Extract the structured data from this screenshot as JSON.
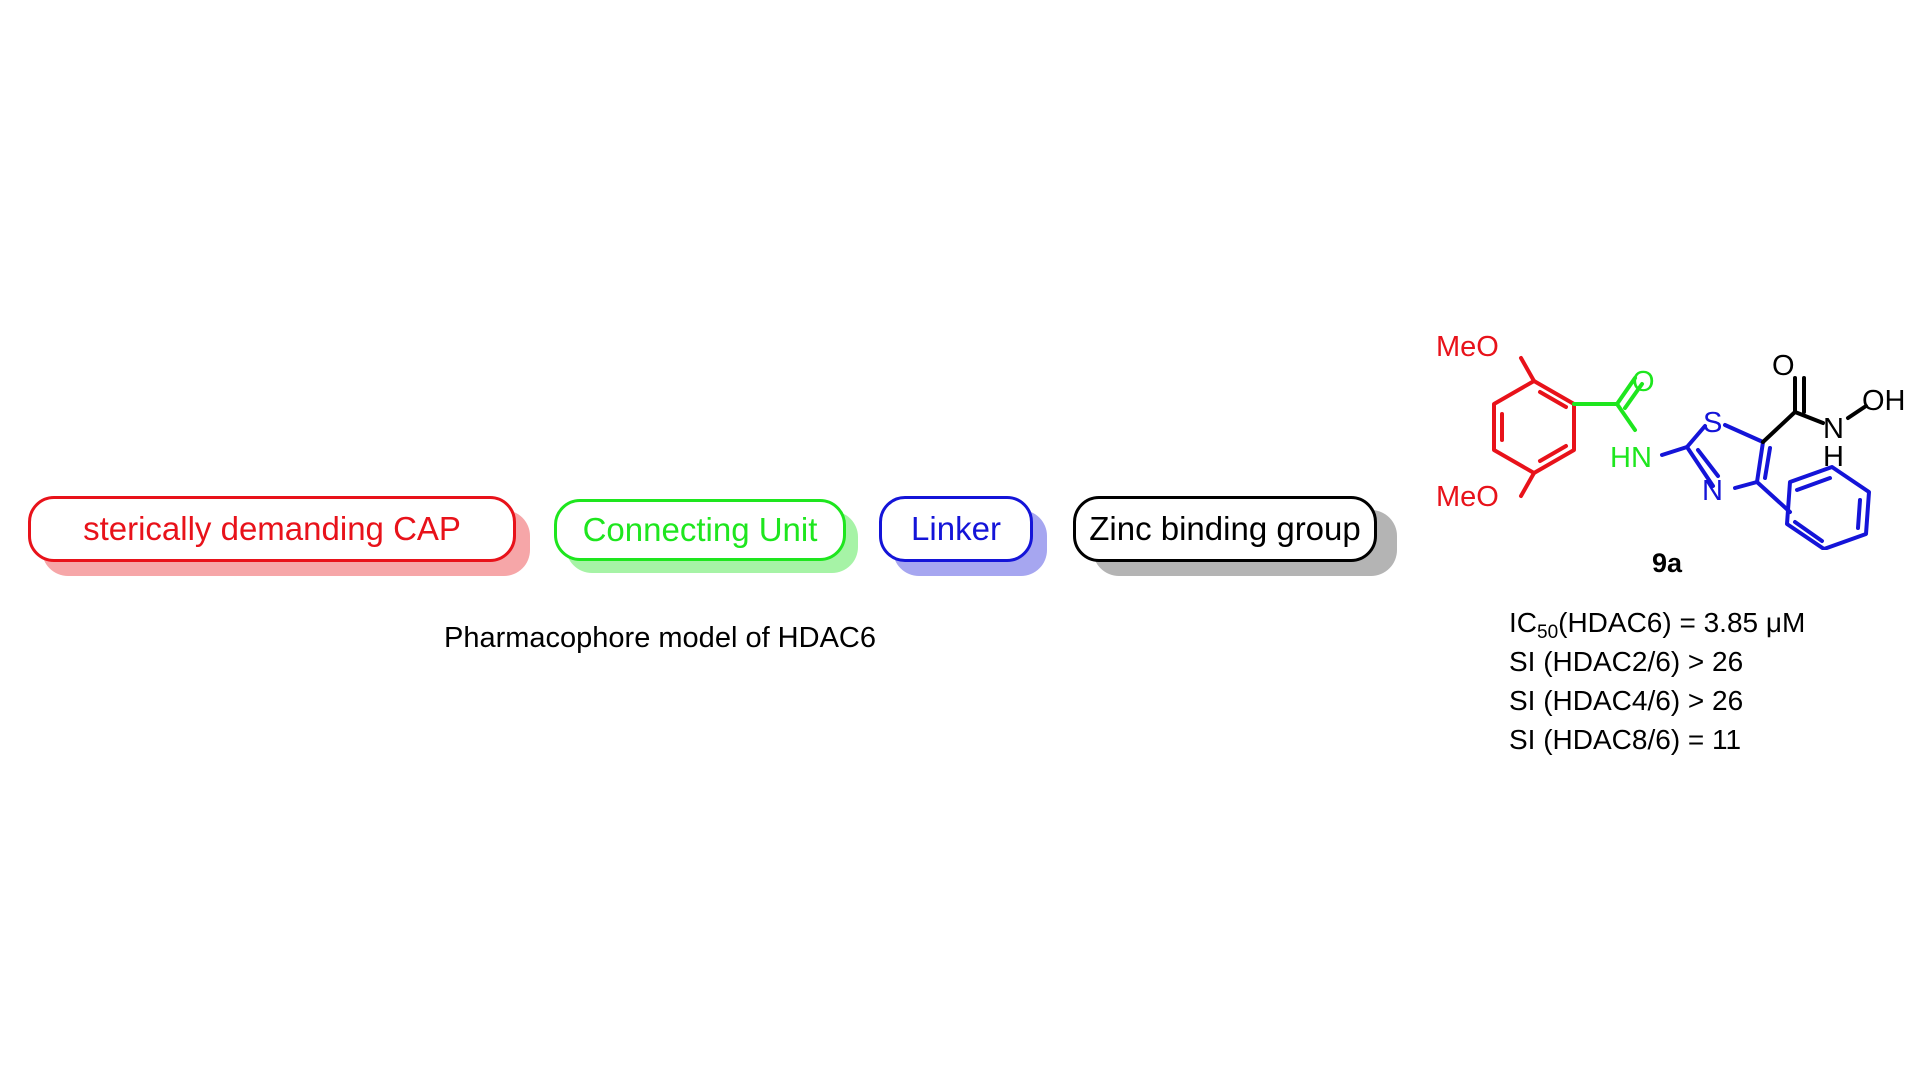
{
  "diagram": {
    "pharmacophore": {
      "caption": "Pharmacophore model of HDAC6",
      "segments": [
        {
          "key": "cap",
          "label": "sterically demanding CAP",
          "color": "#e8121a",
          "shadow": "#f6a6a8"
        },
        {
          "key": "conn",
          "label": "Connecting Unit",
          "color": "#1ee61e",
          "shadow": "#a6f3a6"
        },
        {
          "key": "link",
          "label": "Linker",
          "color": "#1414d8",
          "shadow": "#a6a6f0"
        },
        {
          "key": "zinc",
          "label": "Zinc binding group",
          "color": "#000000",
          "shadow": "#b4b4b4"
        }
      ]
    },
    "compound": {
      "label": "9a",
      "atoms": {
        "ome_top": "MeO",
        "ome_bottom": "MeO",
        "amide_o": "O",
        "hn": "HN",
        "s": "S",
        "n_ring": "N",
        "zbg_o": "O",
        "zbg_n": "N",
        "zbg_h": "H",
        "zbg_oh": "OH"
      },
      "properties": {
        "ic50_prefix": "IC",
        "ic50_sub": "50",
        "ic50_rest": "(HDAC6) = 3.85 μM",
        "si_2": "SI (HDAC2/6) > 26",
        "si_4": "SI (HDAC4/6) > 26",
        "si_8": "SI (HDAC8/6) = 11"
      }
    }
  }
}
